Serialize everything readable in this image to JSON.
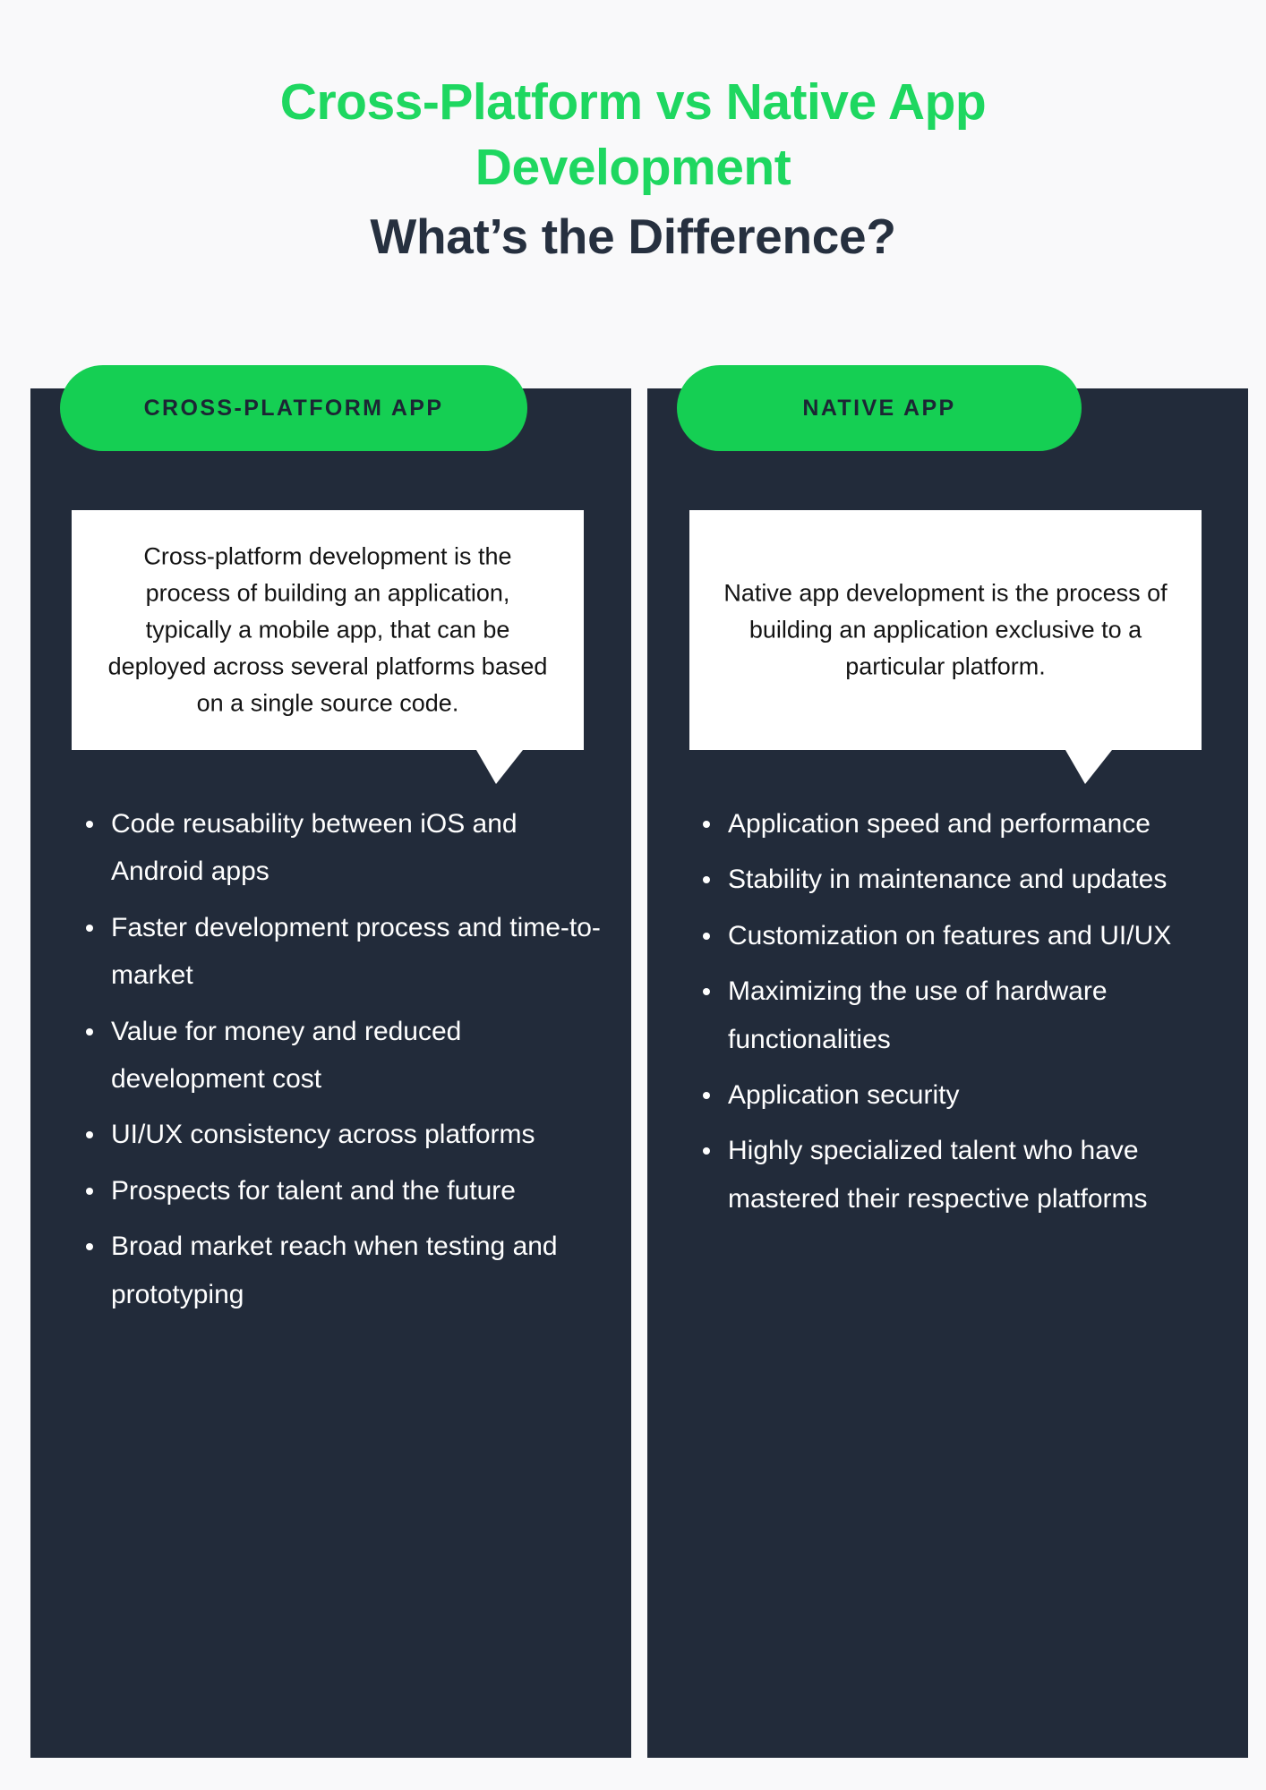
{
  "heading": {
    "title_line1": "Cross-Platform vs Native App",
    "title_line2": "Development",
    "subtitle": "What’s the Difference?"
  },
  "colors": {
    "background": "#f9f9fa",
    "accent_green": "#15cf53",
    "title_green": "#1ed760",
    "card_navy": "#222b3a",
    "heading_dark": "#26303f",
    "callout_white": "#ffffff",
    "bullet_text": "#ffffff"
  },
  "columns": [
    {
      "badge": "CROSS-PLATFORM APP",
      "description": "Cross-platform development is the process of building an application, typically a mobile app, that can be deployed across several platforms based on a single source code.",
      "bullets": [
        "Code reusability between iOS and Android apps",
        "Faster development process and time-to-market",
        "Value for money and reduced development cost",
        "UI/UX consistency across platforms",
        "Prospects for talent and the future",
        "Broad market reach when testing and prototyping"
      ]
    },
    {
      "badge": "NATIVE APP",
      "description": "Native app development is the process of building an application exclusive to a particular platform.",
      "bullets": [
        "Application speed and performance",
        "Stability in maintenance and updates",
        "Customization on features and UI/UX",
        "Maximizing the use of hardware functionalities",
        "Application security",
        "Highly specialized talent who have mastered their respective platforms"
      ]
    }
  ]
}
